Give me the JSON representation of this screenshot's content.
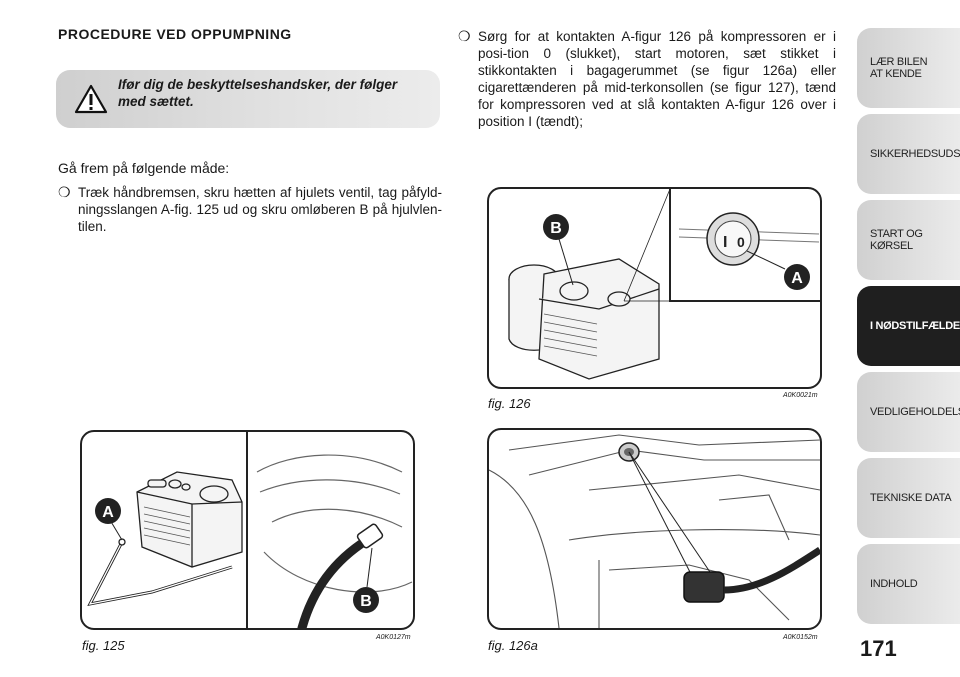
{
  "heading": "PROCEDURE VED OPPUMPNING",
  "warning": {
    "icon": "warning-triangle-icon",
    "text": "Ifør dig de beskyttelseshandsker, der følger med sættet."
  },
  "intro": "Gå frem på følgende måde:",
  "bullets": [
    "Træk håndbremsen, skru hætten af hjulets ventil, tag påfyld-ningsslangen A-fig. 125 ud og skru omløberen B på hjulvlen-tilen.",
    "Sørg for at kontakten A-figur 126 på kompressoren er i posi-tion 0 (slukket), start motoren, sæt stikket i stikkontakten i bagagerummet (se figur 126a) eller cigarettænderen på mid-terkonsollen (se figur 127), tænd for kompressoren ved at slå kontakten A-figur 126 over i position I (tændt);"
  ],
  "bullet_mark": "❍",
  "figures": [
    {
      "caption": "fig. 125",
      "code": "A0K0127m",
      "labels": [
        "A",
        "B"
      ]
    },
    {
      "caption": "fig. 126",
      "code": "A0K0021m",
      "labels": [
        "B",
        "A"
      ],
      "switch_marks": [
        "I",
        "0"
      ]
    },
    {
      "caption": "fig. 126a",
      "code": "A0K0152m"
    }
  ],
  "sidebar": [
    {
      "label": "LÆR BILEN AT KENDE",
      "active": false
    },
    {
      "label": "SIKKERHEDSUDSTYR",
      "active": false
    },
    {
      "label": "START OG KØRSEL",
      "active": false
    },
    {
      "label": "I NØDSTILFÆLDE",
      "active": true
    },
    {
      "label": "VEDLIGEHOLDELSE",
      "active": false
    },
    {
      "label": "TEKNISKE DATA",
      "active": false
    },
    {
      "label": "INDHOLD",
      "active": false
    }
  ],
  "page_number": "171"
}
